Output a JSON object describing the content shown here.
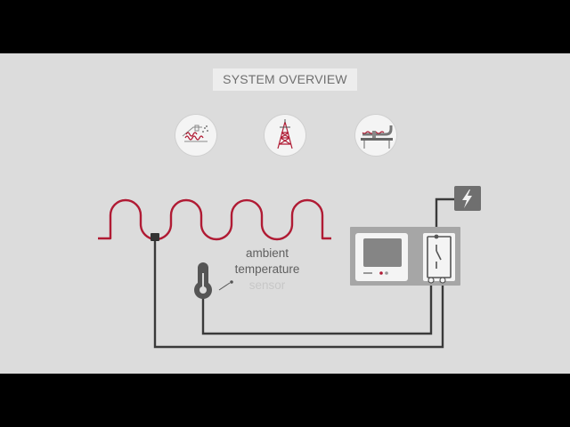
{
  "title": "SYSTEM OVERVIEW",
  "icons": [
    {
      "name": "roof-snow-melting-icon"
    },
    {
      "name": "transmission-tower-icon"
    },
    {
      "name": "pipe-heating-icon"
    }
  ],
  "sensor_label": {
    "line1": "ambient",
    "line2": "temperature",
    "line3": "sensor"
  },
  "colors": {
    "background": "#dcdcdc",
    "heating_cable": "#b01b34",
    "wiring": "#3a3a3a",
    "controller": "#a6a6a6"
  }
}
